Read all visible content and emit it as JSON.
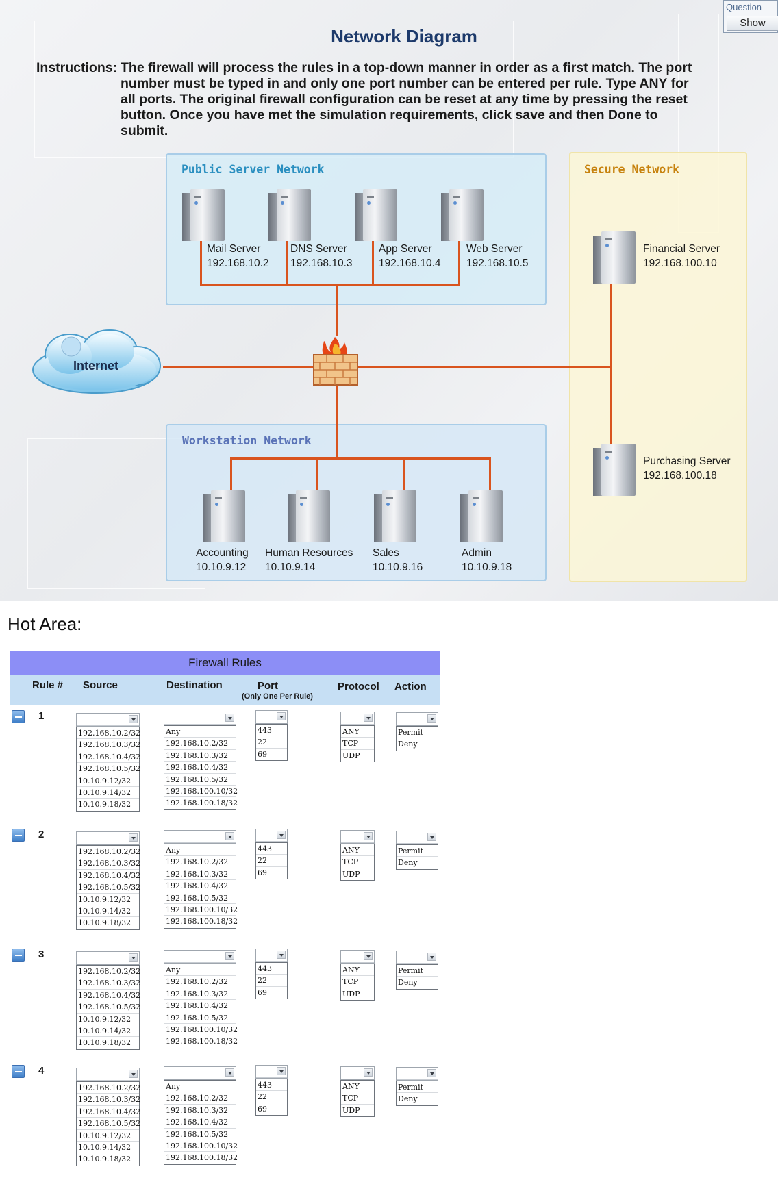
{
  "question_widget": {
    "label": "Question",
    "show_button": "Show"
  },
  "diagram": {
    "title": "Network Diagram",
    "instructions_label": "Instructions:",
    "instructions_text": "The firewall will process the rules in a top-down manner in order as a first match. The port number must be typed in and only one port number can be entered per rule. Type ANY for all ports. The original firewall configuration can be reset at any time by pressing the reset button. Once you have met the simulation requirements, click save and then Done to submit.",
    "zones": {
      "public": "Public Server Network",
      "secure": "Secure Network",
      "workstation": "Workstation Network"
    },
    "internet_label": "Internet",
    "public_servers": [
      {
        "name": "Mail Server",
        "ip": "192.168.10.2"
      },
      {
        "name": "DNS Server",
        "ip": "192.168.10.3"
      },
      {
        "name": "App Server",
        "ip": "192.168.10.4"
      },
      {
        "name": "Web Server",
        "ip": "192.168.10.5"
      }
    ],
    "secure_servers": [
      {
        "name": "Financial Server",
        "ip": "192.168.100.10"
      },
      {
        "name": "Purchasing Server",
        "ip": "192.168.100.18"
      }
    ],
    "workstations": [
      {
        "name": "Accounting",
        "ip": "10.10.9.12"
      },
      {
        "name": "Human Resources",
        "ip": "10.10.9.14"
      },
      {
        "name": "Sales",
        "ip": "10.10.9.16"
      },
      {
        "name": "Admin",
        "ip": "10.10.9.18"
      }
    ]
  },
  "hot_area_label": "Hot Area:",
  "firewall_table": {
    "title": "Firewall Rules",
    "columns": {
      "rule": "Rule #",
      "source": "Source",
      "destination": "Destination",
      "port": "Port",
      "port_note": "(Only One Per Rule)",
      "protocol": "Protocol",
      "action": "Action"
    },
    "source_options": [
      "192.168.10.2/32",
      "192.168.10.3/32",
      "192.168.10.4/32",
      "192.168.10.5/32",
      "10.10.9.12/32",
      "10.10.9.14/32",
      "10.10.9.18/32"
    ],
    "destination_options": [
      "Any",
      "192.168.10.2/32",
      "192.168.10.3/32",
      "192.168.10.4/32",
      "192.168.10.5/32",
      "192.168.100.10/32",
      "192.168.100.18/32"
    ],
    "port_options": [
      "443",
      "22",
      "69"
    ],
    "protocol_options": [
      "ANY",
      "TCP",
      "UDP"
    ],
    "action_options": [
      "Permit",
      "Deny"
    ],
    "rules": [
      {
        "number": "1"
      },
      {
        "number": "2"
      },
      {
        "number": "3"
      },
      {
        "number": "4"
      }
    ]
  }
}
